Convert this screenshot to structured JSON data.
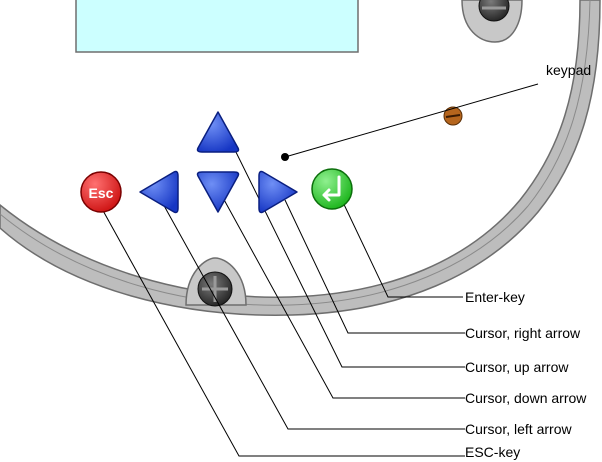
{
  "keys": {
    "esc": "Esc"
  },
  "labels": {
    "keypad": "keypad",
    "enter_key": "Enter-key",
    "cursor_right": "Cursor, right arrow",
    "cursor_up": "Cursor, up arrow",
    "cursor_down": "Cursor, down arrow",
    "cursor_left": "Cursor, left arrow",
    "esc_key": "ESC-key"
  },
  "colors": {
    "display": "#ccffff",
    "arrow_key": "#1f4fd8",
    "esc_key": "#e32b2b",
    "enter_key": "#3fcf3f",
    "housing": "#bdbdbd",
    "screw": "#3a3a3a",
    "indicator": "#b5651d"
  }
}
